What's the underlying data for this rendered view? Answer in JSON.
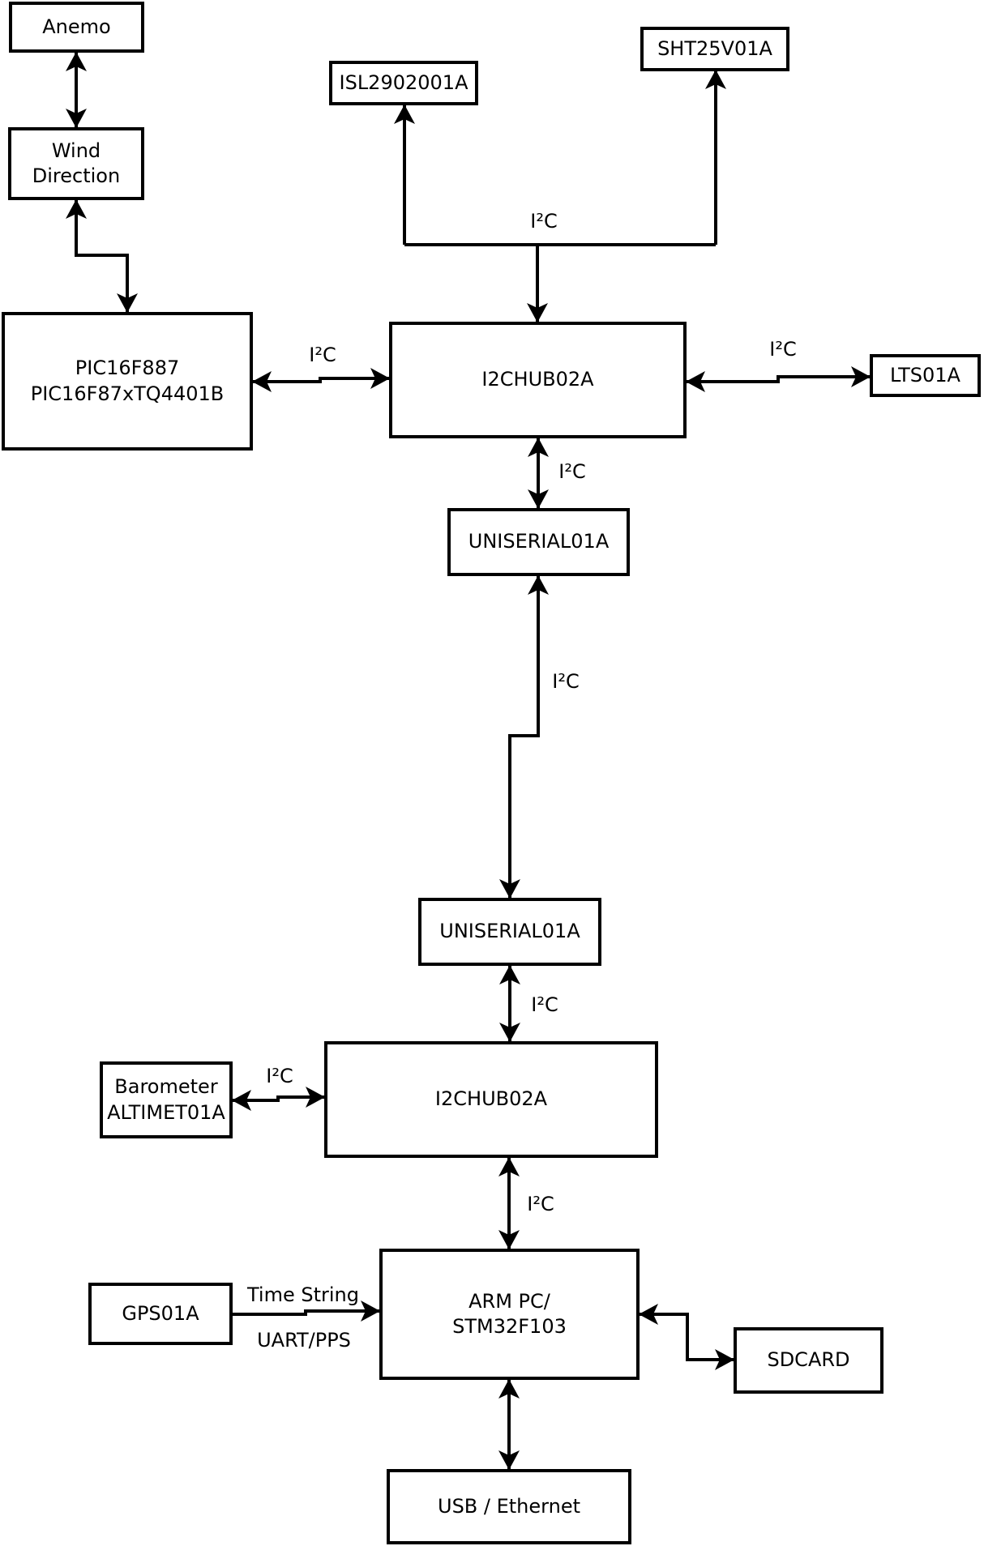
{
  "diagram": {
    "background_color": "#ffffff",
    "line_color": "#000000",
    "nodes": {
      "anemo": {
        "label": "Anemo"
      },
      "wind": {
        "line1": "Wind",
        "line2": "Direction"
      },
      "pic": {
        "line1": "PIC16F887",
        "line2": "PIC16F87xTQ4401B"
      },
      "isl": {
        "label": "ISL2902001A"
      },
      "sht": {
        "label": "SHT25V01A"
      },
      "hub1": {
        "label": "I2CHUB02A"
      },
      "lts": {
        "label": "LTS01A"
      },
      "uni1": {
        "label": "UNISERIAL01A"
      },
      "uni2": {
        "label": "UNISERIAL01A"
      },
      "hub2": {
        "label": "I2CHUB02A"
      },
      "baro": {
        "line1": "Barometer",
        "line2": "ALTIMET01A"
      },
      "gps": {
        "label": "GPS01A"
      },
      "arm": {
        "line1": "ARM PC/",
        "line2": "STM32F103"
      },
      "sdcard": {
        "label": "SDCARD"
      },
      "usb": {
        "label": "USB / Ethernet"
      }
    },
    "edge_labels": {
      "i2c_top": "I²C",
      "i2c_pic_hub1": "I²C",
      "i2c_hub1_lts": "I²C",
      "i2c_hub1_uni1": "I²C",
      "i2c_uni1_uni2": "I²C",
      "i2c_uni2_hub2": "I²C",
      "i2c_baro_hub2": "I²C",
      "i2c_hub2_arm": "I²C",
      "time_string": "Time String",
      "uart_pps": "UART/PPS"
    }
  }
}
